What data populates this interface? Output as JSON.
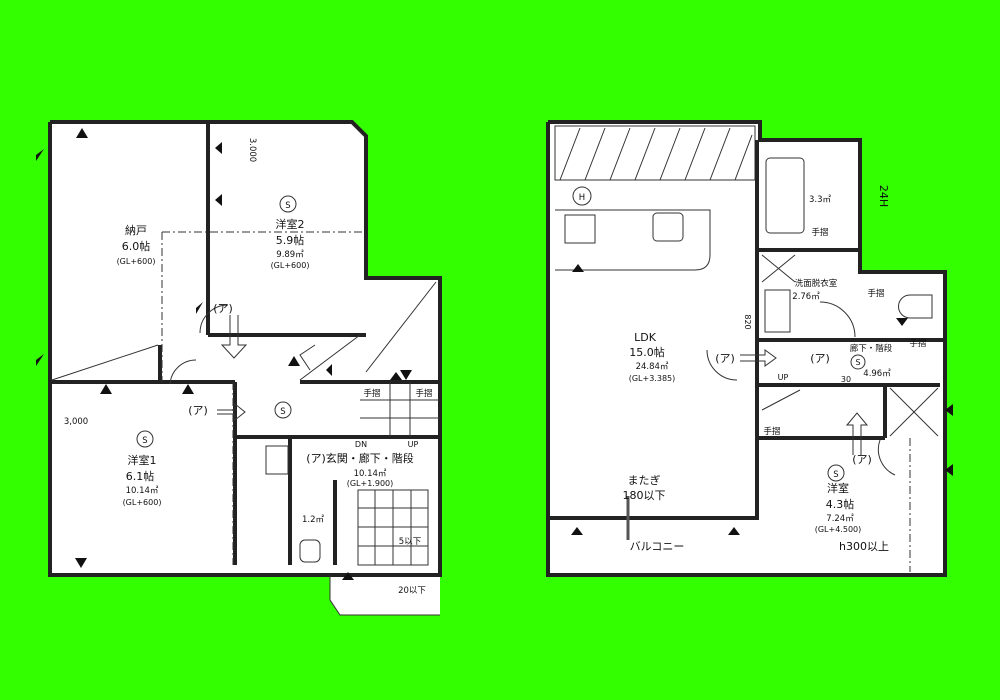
{
  "background_color": "#33ff00",
  "floor_left": {
    "storage": {
      "name": "納戸",
      "size": "6.0帖",
      "level": "(GL+600)"
    },
    "room2": {
      "mark": "S",
      "name": "洋室2",
      "size": "5.9帖",
      "area": "9.89㎡",
      "level": "(GL+600)"
    },
    "dim_vertical": "3.000",
    "dim_horizontal": "3,000",
    "door_a1": "(ア)",
    "door_a2": "(ア)",
    "hall_mark": "S",
    "room1": {
      "mark": "S",
      "name": "洋室1",
      "size": "6.1帖",
      "area": "10.14㎡",
      "level": "(GL+600)"
    },
    "handrail1": "手摺",
    "handrail2": "手摺",
    "dn": "DN",
    "up": "UP",
    "entrance": {
      "name": "(ア)玄関・廊下・階段",
      "area": "10.14㎡",
      "level": "(GL+1.900)"
    },
    "toilet_area": "1.2㎡",
    "step1": "5以下",
    "step2": "20以下"
  },
  "floor_right": {
    "heater_mark": "H",
    "ldk": {
      "name": "LDK",
      "size": "15.0帖",
      "area": "24.84㎡",
      "level": "(GL+3.385)"
    },
    "bath_area": "3.3㎡",
    "bath_handrail": "手摺",
    "fan": "24H",
    "washroom": {
      "name": "洗面脱衣室",
      "area": "2.76㎡"
    },
    "toilet_handrail": "手摺",
    "dim_820": "820",
    "door_a1": "(ア)",
    "door_a2": "(ア)",
    "corridor": {
      "name": "廊下・階段",
      "mark": "S",
      "area": "4.96㎡"
    },
    "corridor_handrail": "手摺",
    "up": "UP",
    "dim_30": "30",
    "stair_handrail": "手摺",
    "room": {
      "door": "(ア)",
      "mark": "S",
      "name": "洋室",
      "size": "4.3帖",
      "area": "7.24㎡",
      "level": "(GL+4.500)"
    },
    "straddle": {
      "line1": "またぎ",
      "line2": "180以下"
    },
    "balcony": "バルコニー",
    "sill": "h300以上"
  }
}
